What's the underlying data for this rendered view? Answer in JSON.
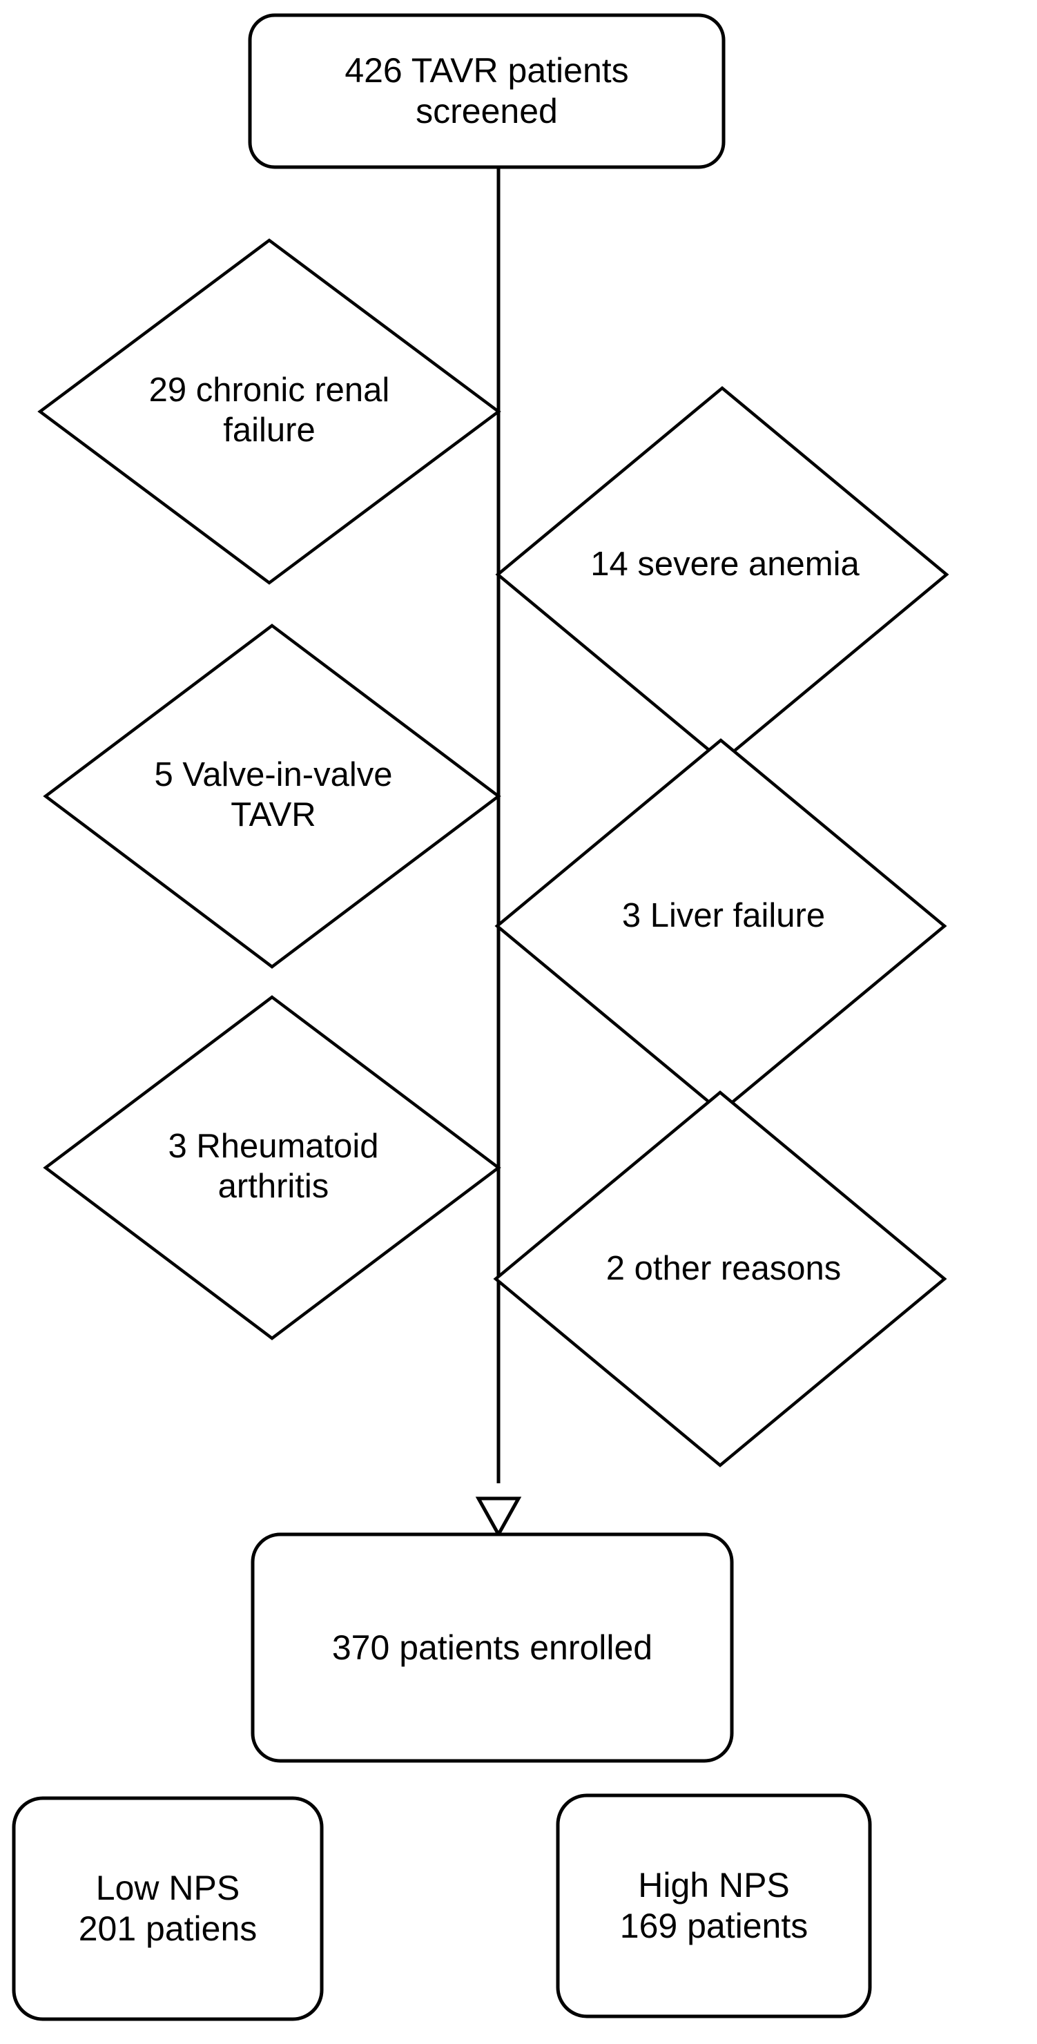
{
  "diagram": {
    "title": "TAVR patient screening and enrollment flow",
    "type": "flowchart",
    "background_color": "#ffffff",
    "stroke_color": "#000000",
    "text_color": "#000000"
  },
  "nodes": {
    "screened": {
      "shape": "rounded-rectangle",
      "text": "426 TAVR patients\nscreened",
      "count": 426
    },
    "enrolled": {
      "shape": "rounded-rectangle",
      "text": "370 patients enrolled",
      "count": 370
    },
    "low_nps": {
      "shape": "rounded-rectangle",
      "text": "Low NPS\n201 patiens",
      "count": 201
    },
    "high_nps": {
      "shape": "rounded-rectangle",
      "text": "High NPS\n169 patients",
      "count": 169
    }
  },
  "exclusions": [
    {
      "shape": "diamond",
      "text": "29 chronic renal\nfailure",
      "count": 29,
      "reason": "chronic renal failure",
      "side": "left"
    },
    {
      "shape": "diamond",
      "text": "14 severe anemia",
      "count": 14,
      "reason": "severe anemia",
      "side": "right"
    },
    {
      "shape": "diamond",
      "text": "5 Valve-in-valve\nTAVR",
      "count": 5,
      "reason": "Valve-in-valve TAVR",
      "side": "left"
    },
    {
      "shape": "diamond",
      "text": "3 Liver failure",
      "count": 3,
      "reason": "Liver failure",
      "side": "right"
    },
    {
      "shape": "diamond",
      "text": "3 Rheumatoid\narthritis",
      "count": 3,
      "reason": "Rheumatoid arthritis",
      "side": "left"
    },
    {
      "shape": "diamond",
      "text": "2 other reasons",
      "count": 2,
      "reason": "other reasons",
      "side": "right"
    }
  ],
  "connectors": [
    {
      "name": "main-spine",
      "from": "screened",
      "to": "enrolled",
      "arrowhead": "hollow-triangle-down"
    }
  ]
}
